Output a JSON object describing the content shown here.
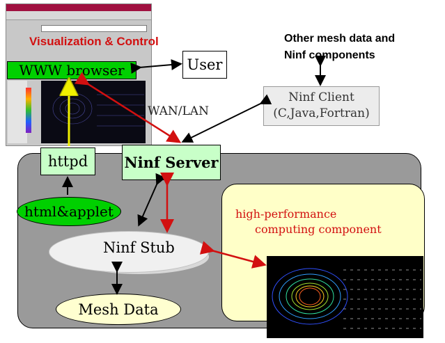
{
  "browser_shot": {
    "title": "Visualization & Control"
  },
  "nodes": {
    "www_browser": "WWW browser",
    "user": "User",
    "other_mesh_line1": "Other mesh data and",
    "other_mesh_line2": "Ninf components",
    "ninf_client_line1": "Ninf Client",
    "ninf_client_line2": "(C,Java,Fortran)",
    "wan_lan": "WAN/LAN",
    "httpd": "httpd",
    "ninf_server": "Ninf Server",
    "html_applet": "html&applet",
    "ninf_stub": "Ninf Stub",
    "mesh_data": "Mesh Data",
    "hpc_line1": "high-performance",
    "hpc_line2": "computing component"
  },
  "colors": {
    "red": "#d21010",
    "black": "#000000",
    "yellow": "#f0f000",
    "green_box": "#c8ffc8",
    "bright_green": "#00d000",
    "gray_panel": "#9a9a9a",
    "hpc_fill": "#ffffc8"
  }
}
